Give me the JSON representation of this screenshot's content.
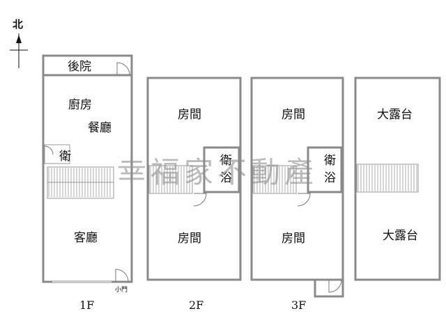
{
  "compass": {
    "label": "北",
    "icon": "north-arrow-icon"
  },
  "watermark": "幸福家不動產",
  "floors": [
    {
      "label": "1F",
      "rooms": [
        "後院",
        "廚房",
        "餐廳",
        "衛",
        "客廳"
      ],
      "notes": [
        "小門"
      ]
    },
    {
      "label": "2F",
      "rooms": [
        "房間",
        "衛",
        "浴",
        "房間"
      ]
    },
    {
      "label": "3F",
      "rooms": [
        "房間",
        "衛",
        "浴",
        "房間"
      ]
    },
    {
      "label": "",
      "rooms": [
        "大露台",
        "大露台"
      ]
    }
  ],
  "colors": {
    "wall": "#8a8a8a",
    "watermark": "#8e8e8e"
  }
}
